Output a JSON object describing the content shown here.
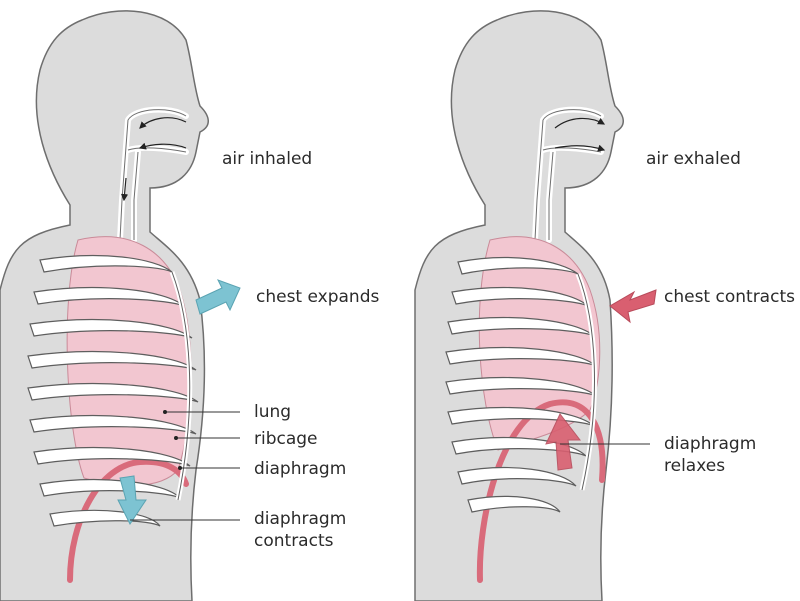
{
  "inhale_panel": {
    "air_label": "air inhaled",
    "chest_label": "chest expands",
    "lung_label": "lung",
    "ribcage_label": "ribcage",
    "diaphragm_label": "diaphragm",
    "diaphragm_action_line1": "diaphragm",
    "diaphragm_action_line2": "contracts"
  },
  "exhale_panel": {
    "air_label": "air exhaled",
    "chest_label": "chest contracts",
    "diaphragm_action_line1": "diaphragm",
    "diaphragm_action_line2": "relaxes"
  },
  "colors": {
    "body": "#dcdcdc",
    "body_outline": "#6e6e6e",
    "lung": "#f2c6d0",
    "diaphragm": "#d96b7b",
    "rib_fill": "#ffffff",
    "rib_outline": "#5e5e5e",
    "arrow_expand": "#7dc3d2",
    "arrow_contract": "#d95f70"
  }
}
